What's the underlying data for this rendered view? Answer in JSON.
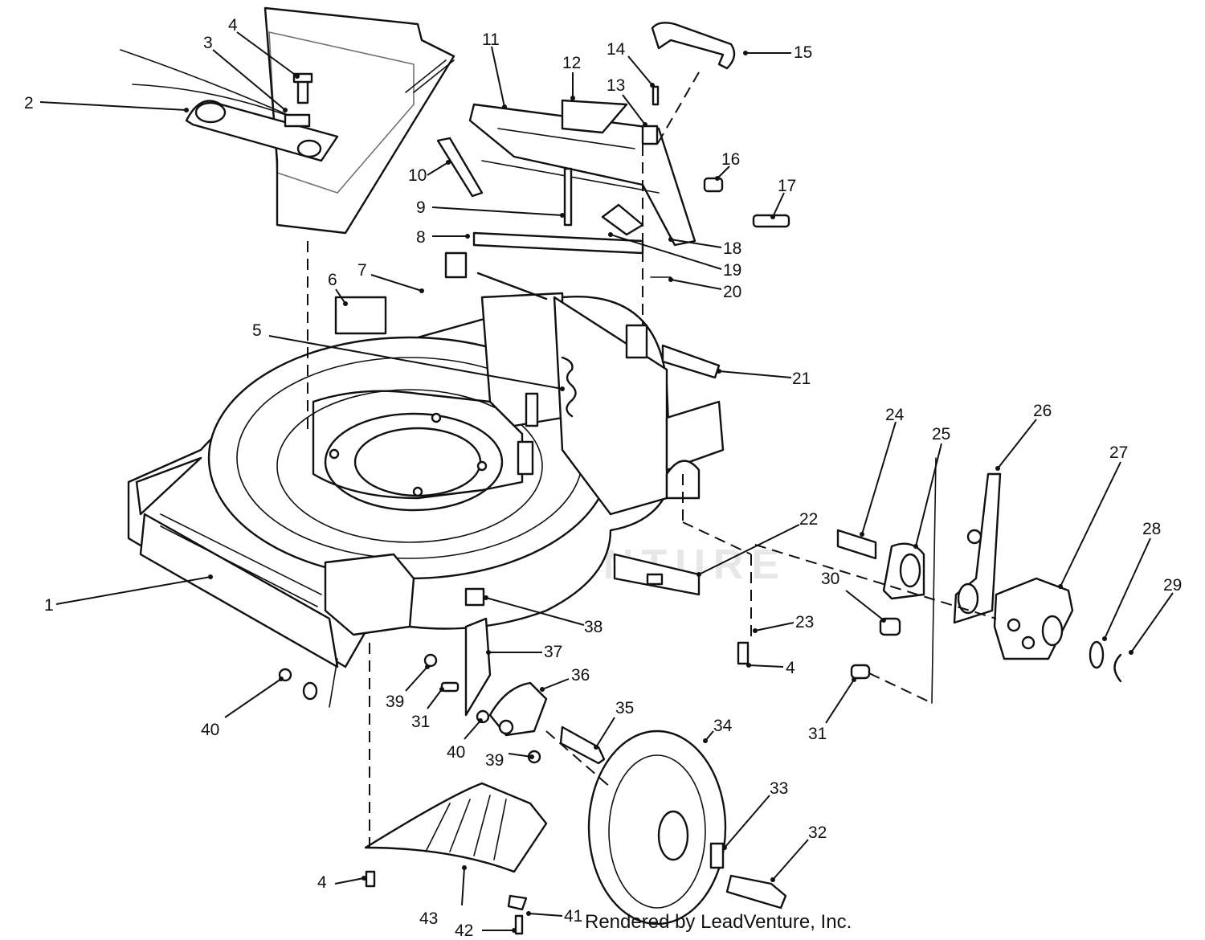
{
  "watermark": "LEADVENTURE",
  "credit": "Rendered by LeadVenture, Inc.",
  "callouts": {
    "c1": "1",
    "c2": "2",
    "c3": "3",
    "c4a": "4",
    "c4b": "4",
    "c4c": "4",
    "c5": "5",
    "c6": "6",
    "c7": "7",
    "c8": "8",
    "c9": "9",
    "c10": "10",
    "c11": "11",
    "c12": "12",
    "c13": "13",
    "c14": "14",
    "c15": "15",
    "c16": "16",
    "c17": "17",
    "c18": "18",
    "c19": "19",
    "c20": "20",
    "c21": "21",
    "c22": "22",
    "c23": "23",
    "c24": "24",
    "c25": "25",
    "c26": "26",
    "c27": "27",
    "c28": "28",
    "c29": "29",
    "c30": "30",
    "c31a": "31",
    "c31b": "31",
    "c32": "32",
    "c33": "33",
    "c34": "34",
    "c35": "35",
    "c36": "36",
    "c37": "37",
    "c38": "38",
    "c39a": "39",
    "c39b": "39",
    "c40a": "40",
    "c40b": "40",
    "c41": "41",
    "c42": "42",
    "c43": "43"
  }
}
